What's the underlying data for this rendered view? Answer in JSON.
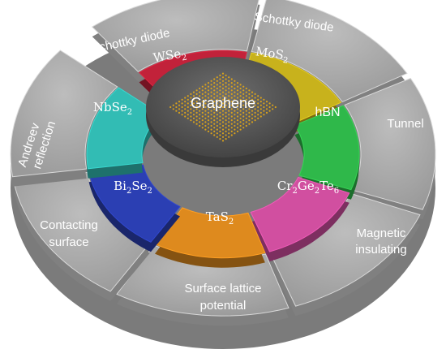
{
  "center": {
    "label": "Graphene"
  },
  "inner_ring": [
    {
      "id": "wse2",
      "label": "WSe2",
      "base": "WSe",
      "sub": "2",
      "color": "#c2223a"
    },
    {
      "id": "mos2",
      "label": "MoS2",
      "base": "MoS",
      "sub": "2",
      "color": "#c8b21c"
    },
    {
      "id": "hbn",
      "label": "hBN",
      "base": "hBN",
      "sub": "",
      "color": "#2fb84a"
    },
    {
      "id": "cgt",
      "label": "Cr2Ge2Te6",
      "color": "#d14fa0"
    },
    {
      "id": "tas2",
      "label": "TaS2",
      "base": "TaS",
      "sub": "2",
      "color": "#de8a1e"
    },
    {
      "id": "bi2se2",
      "label": "Bi2Se2",
      "color": "#2b3fb3"
    },
    {
      "id": "nbse2",
      "label": "NbSe2",
      "base": "NbSe",
      "sub": "2",
      "color": "#32bcb4"
    }
  ],
  "outer_ring": [
    {
      "id": "schottky-left",
      "line1": "Schottky diode"
    },
    {
      "id": "schottky-right",
      "line1": "Schottky diode"
    },
    {
      "id": "tunnel",
      "line1": "Tunnel"
    },
    {
      "id": "magnetic",
      "line1": "Magnetic",
      "line2": "insulating"
    },
    {
      "id": "surface",
      "line1": "Surface lattice",
      "line2": "potential"
    },
    {
      "id": "contacting",
      "line1": "Contacting",
      "line2": "surface"
    },
    {
      "id": "andreev",
      "line1": "Andreev",
      "line2": "reflection"
    }
  ],
  "colors": {
    "outer_tile": "#a9a9a9",
    "outer_edge": "#808080",
    "center_top": "#5f5f5f",
    "lattice": "#d9a21b"
  }
}
